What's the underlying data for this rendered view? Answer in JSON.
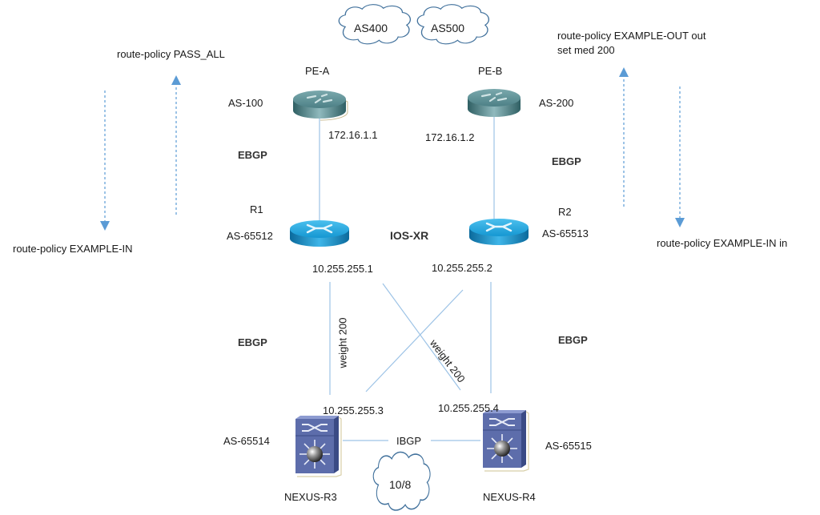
{
  "clouds": {
    "as400": "AS400",
    "as500": "AS500",
    "net10": "10/8"
  },
  "routers": {
    "pe_a": {
      "name": "PE-A",
      "as": "AS-100",
      "ip": "172.16.1.1"
    },
    "pe_b": {
      "name": "PE-B",
      "as": "AS-200",
      "ip": "172.16.1.2"
    },
    "r1": {
      "name": "R1",
      "as": "AS-65512",
      "ip": "10.255.255.1"
    },
    "r2": {
      "name": "R2",
      "as": "AS-65513",
      "ip": "10.255.255.2"
    },
    "r3": {
      "name": "NEXUS-R3",
      "as": "AS-65514",
      "ip": "10.255.255.3"
    },
    "r4": {
      "name": "NEXUS-R4",
      "as": "AS-65515",
      "ip": "10.255.255.4"
    }
  },
  "links": {
    "ebgp_pe_a_r1": "EBGP",
    "ebgp_pe_b_r2": "EBGP",
    "ebgp_r1_r3": "EBGP",
    "ebgp_r2_r4": "EBGP",
    "ibgp_r3_r4": "IBGP",
    "weight_r1_r3": "weight 200",
    "weight_r1_r4": "weight 200"
  },
  "platform_label": "IOS-XR",
  "policies": {
    "left_out": "route-policy PASS_ALL",
    "left_in": "route-policy EXAMPLE-IN",
    "right_out_line1": "route-policy EXAMPLE-OUT out",
    "right_out_line2": "set med 200",
    "right_in": "route-policy EXAMPLE-IN in"
  },
  "colors": {
    "link": "#9dc3e6",
    "arrow": "#5b9bd5",
    "pe_router": "#4d8a8f",
    "core_router": "#1e9ed8",
    "nexus": "#5b6aa8",
    "cloud_stroke": "#41719c"
  }
}
